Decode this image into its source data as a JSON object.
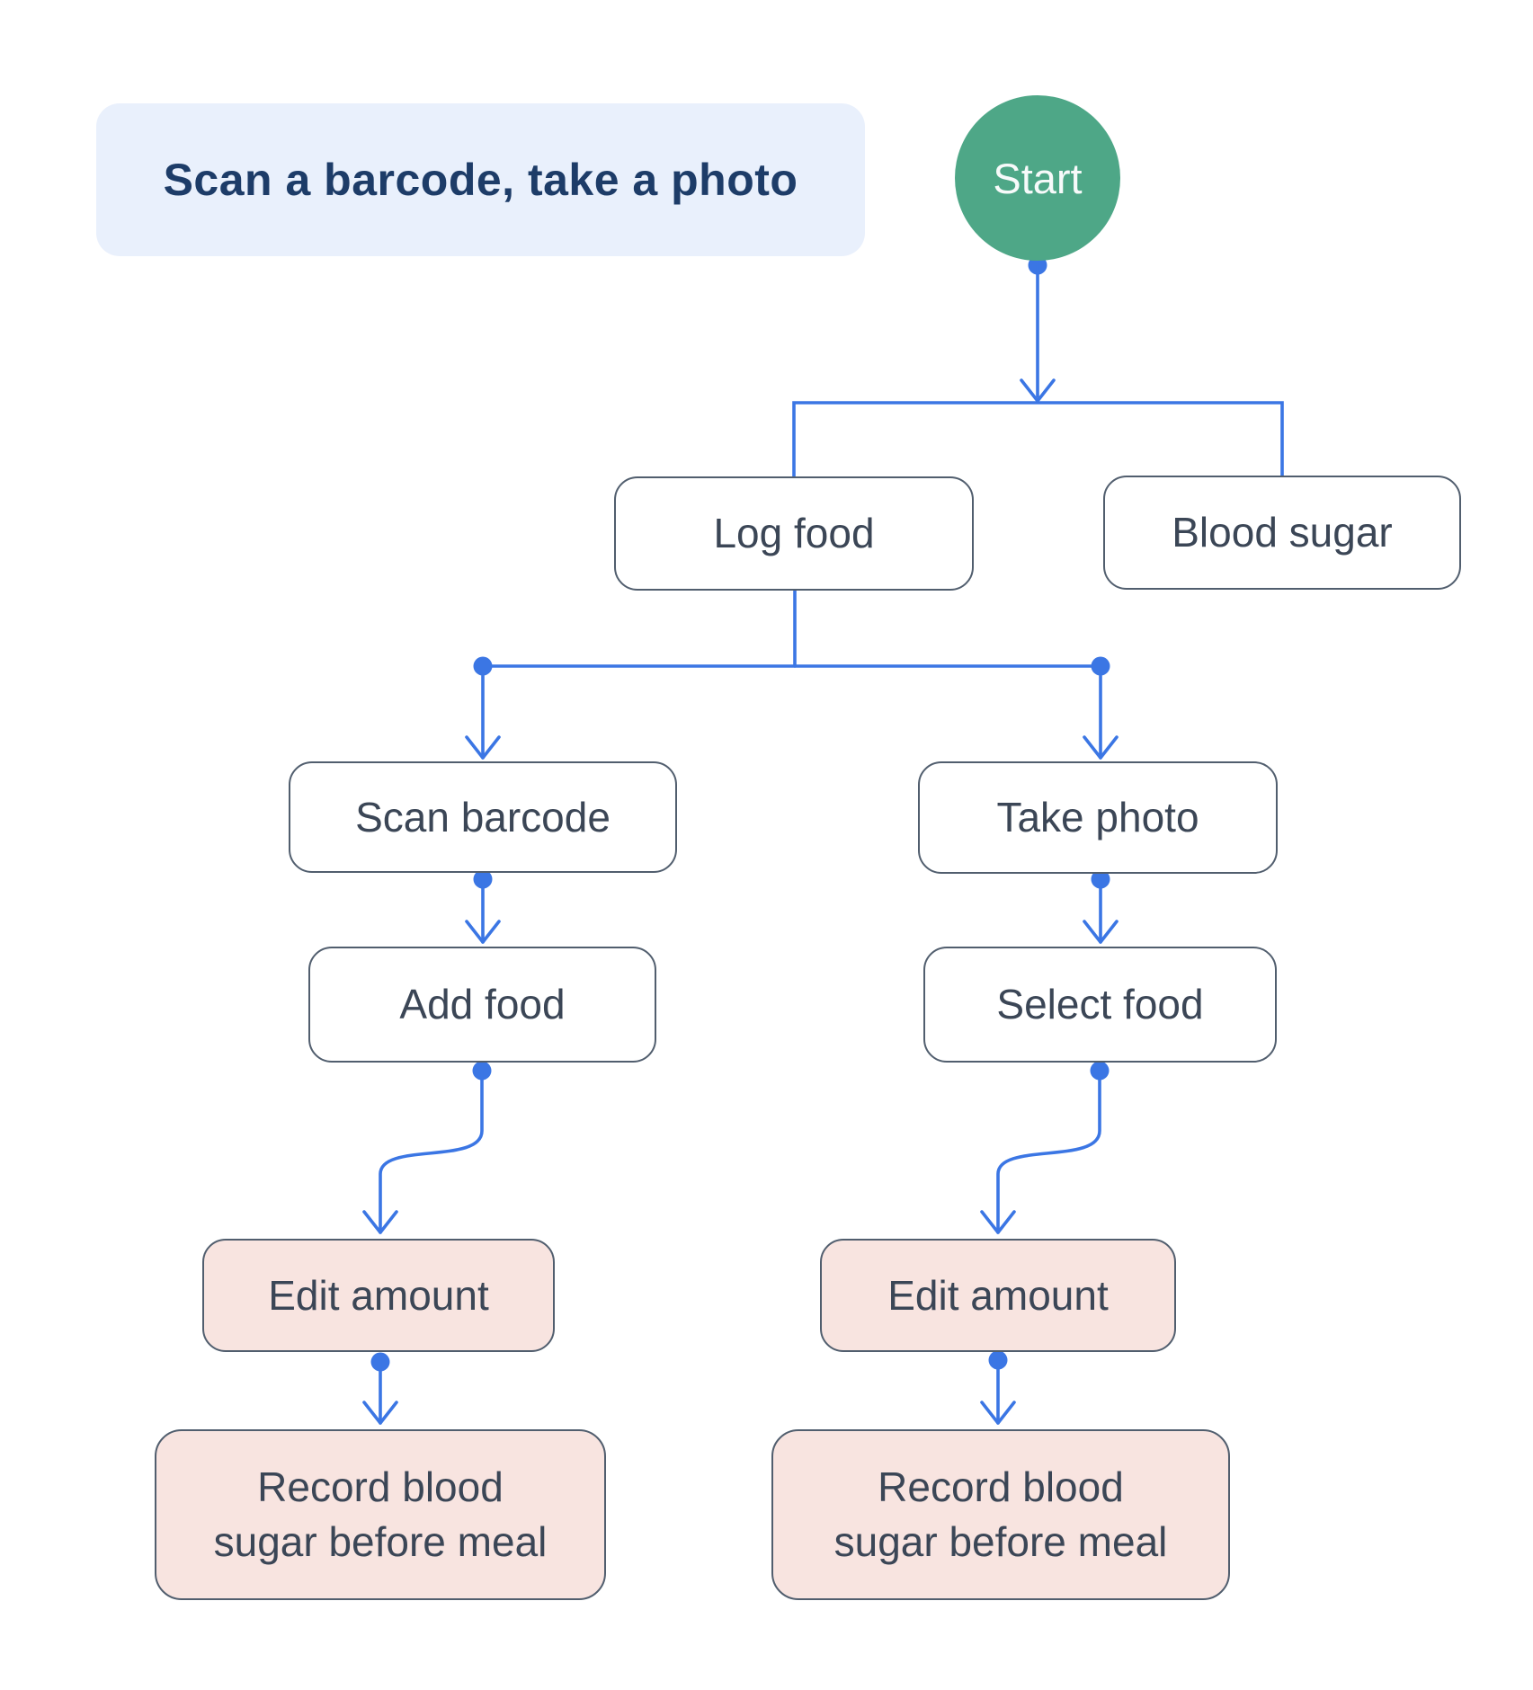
{
  "title": {
    "text": "Scan a barcode, take a photo"
  },
  "colors": {
    "connector_blue": "#3B76E4",
    "start_green": "#4EA787",
    "node_border": "#515E6E",
    "node_text": "#3B4656",
    "pink_fill": "#F8E4E0",
    "title_bg": "#E9F0FC",
    "title_text": "#1D3C68",
    "white_fill": "#FFFFFF"
  },
  "nodes": {
    "start": {
      "label": "Start",
      "type": "start"
    },
    "log_food": {
      "label": "Log food",
      "type": "step"
    },
    "blood_sugar": {
      "label": "Blood sugar",
      "type": "step"
    },
    "scan_barcode": {
      "label": "Scan barcode",
      "type": "step"
    },
    "take_photo": {
      "label": "Take photo",
      "type": "step"
    },
    "add_food": {
      "label": "Add food",
      "type": "step"
    },
    "select_food": {
      "label": "Select food",
      "type": "step"
    },
    "edit_amount_left": {
      "label": "Edit amount",
      "type": "highlight"
    },
    "edit_amount_right": {
      "label": "Edit amount",
      "type": "highlight"
    },
    "record_left": {
      "label": "Record blood\nsugar before meal",
      "type": "terminal"
    },
    "record_right": {
      "label": "Record blood\nsugar before meal",
      "type": "terminal"
    }
  },
  "edges": [
    {
      "from": "start",
      "to": "log_food"
    },
    {
      "from": "start",
      "to": "blood_sugar"
    },
    {
      "from": "log_food",
      "to": "scan_barcode"
    },
    {
      "from": "log_food",
      "to": "take_photo"
    },
    {
      "from": "scan_barcode",
      "to": "add_food"
    },
    {
      "from": "take_photo",
      "to": "select_food"
    },
    {
      "from": "add_food",
      "to": "edit_amount_left"
    },
    {
      "from": "select_food",
      "to": "edit_amount_right"
    },
    {
      "from": "edit_amount_left",
      "to": "record_left"
    },
    {
      "from": "edit_amount_right",
      "to": "record_right"
    }
  ]
}
